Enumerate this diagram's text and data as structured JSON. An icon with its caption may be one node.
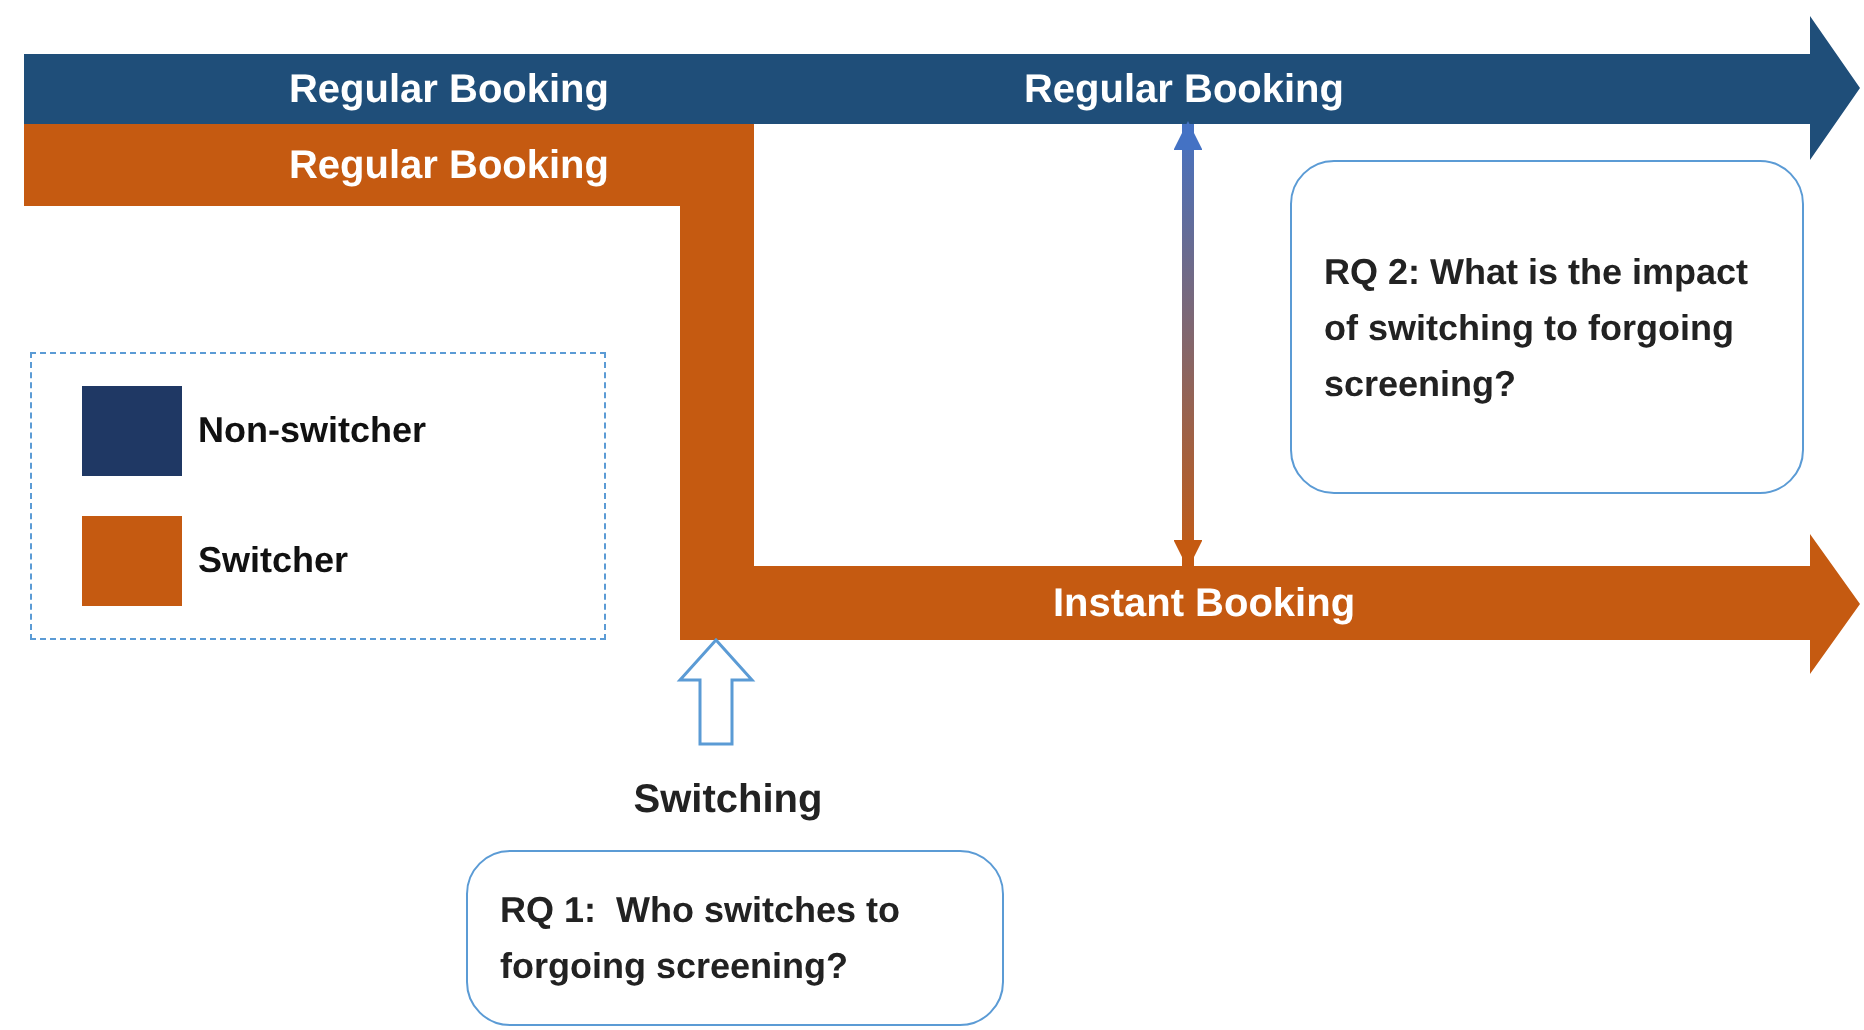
{
  "diagram": {
    "nodes": [
      {
        "text": [
          "Regular Booking",
          "Regular Booking"
        ]
      },
      {
        "text": [
          "Regular Booking",
          "Instant Booking"
        ]
      },
      {
        "text": [
          "RQ 2: What is the impact of switching to forgoing screening?"
        ]
      },
      {
        "text": [
          "Switching"
        ]
      },
      {
        "text": [
          "RQ 1:  Who switches to forgoing screening?"
        ]
      }
    ],
    "edges": [
      {
        "from": 1,
        "to": 0,
        "arrow": "both"
      },
      {
        "from": 3,
        "to": 1,
        "arrow": "to"
      }
    ],
    "legend": [
      {
        "text": "Non-switcher",
        "color": "#1f3864"
      },
      {
        "text": "Switcher",
        "color": "#c55a11"
      }
    ]
  }
}
